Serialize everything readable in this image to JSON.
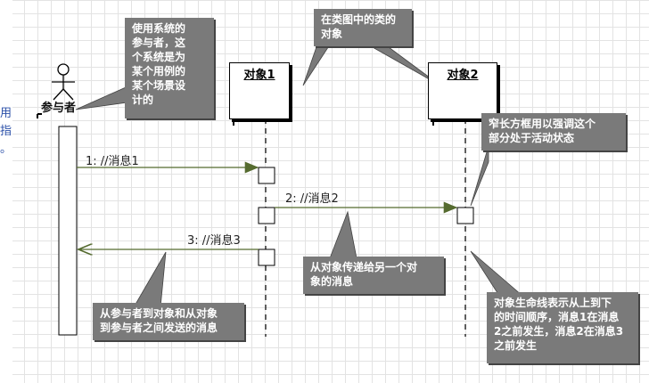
{
  "left_strip": [
    "用",
    "指",
    "。"
  ],
  "actor": {
    "label": "参与者"
  },
  "objects": [
    {
      "label": "对象1"
    },
    {
      "label": "对象2"
    }
  ],
  "messages": [
    {
      "label": "1: //消息1"
    },
    {
      "label": "2: //消息2"
    },
    {
      "label": "3: //消息3"
    }
  ],
  "callouts": {
    "actor_note": [
      "使用系统的",
      "参与者，这",
      "个系统是为",
      "某个用例的",
      "某个场景设",
      "计的"
    ],
    "class_note": [
      "在类图中的类的",
      "对象"
    ],
    "activation_note": [
      "窄长方框用以强调这个",
      "部分处于活动状态"
    ],
    "pass_note": [
      "从对象传递给另一个对",
      "象的消息"
    ],
    "actor_object_note": [
      "从参与者到对象和从对象",
      "到参与者之间发送的消息"
    ],
    "lifeline_note": [
      "对象生命线表示从上到下",
      "的时间顺序，消息1在消息",
      "2之前发生，消息2在消息3",
      "之前发生"
    ]
  },
  "colors": {
    "callout": "#7a7a7a",
    "message_line": "#556b2f",
    "lifeline": "#000000"
  }
}
